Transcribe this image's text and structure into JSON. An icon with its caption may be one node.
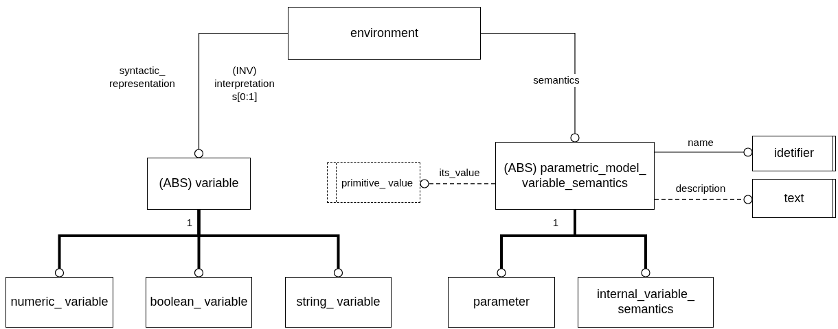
{
  "diagram": {
    "nodes": [
      {
        "text": [
          "environment"
        ]
      },
      {
        "text": [
          "(ABS) variable"
        ]
      },
      {
        "text": [
          "primitive_ value"
        ]
      },
      {
        "text": [
          "(ABS) parametric_model_ variable_semantics"
        ]
      },
      {
        "text": [
          "idetifier"
        ]
      },
      {
        "text": [
          "text"
        ]
      },
      {
        "text": [
          "numeric_ variable"
        ]
      },
      {
        "text": [
          "boolean_ variable"
        ]
      },
      {
        "text": [
          "string_ variable"
        ]
      },
      {
        "text": [
          "parameter"
        ]
      },
      {
        "text": [
          "internal_variable_ semantics"
        ]
      }
    ],
    "edges": [
      {
        "from": 0,
        "to": 1,
        "arrow": "other",
        "label": "syntactic_ representation"
      },
      {
        "from": 0,
        "to": 3,
        "arrow": "other",
        "label": "semantics"
      },
      {
        "from": 3,
        "to": 2,
        "arrow": "other",
        "label": "its_value",
        "style": "dashed"
      },
      {
        "from": 3,
        "to": 4,
        "arrow": "other",
        "label": "name"
      },
      {
        "from": 3,
        "to": 5,
        "arrow": "other",
        "label": "description",
        "style": "dashed"
      },
      {
        "from": 1,
        "to": 6,
        "arrow": "other",
        "style": "thick"
      },
      {
        "from": 1,
        "to": 7,
        "arrow": "other",
        "style": "thick"
      },
      {
        "from": 1,
        "to": 8,
        "arrow": "other",
        "style": "thick"
      },
      {
        "from": 3,
        "to": 9,
        "arrow": "other",
        "style": "thick"
      },
      {
        "from": 3,
        "to": 10,
        "arrow": "other",
        "style": "thick"
      }
    ],
    "labels": [
      "(INV) interpretation s[0:1]",
      "1",
      "1"
    ]
  }
}
